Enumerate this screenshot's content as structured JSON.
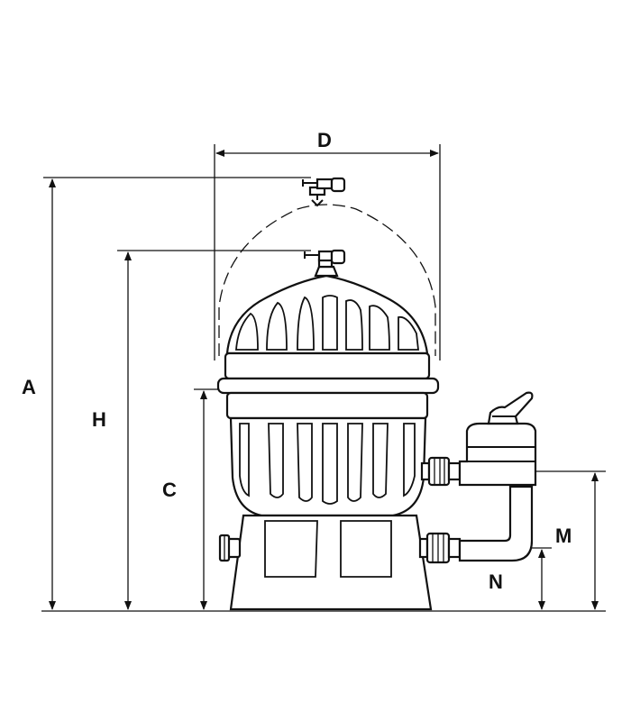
{
  "labels": {
    "a": "A",
    "h": "H",
    "c": "C",
    "d": "D",
    "m": "M",
    "n": "N"
  },
  "colors": {
    "ink": "#111111",
    "paper": "#ffffff"
  }
}
